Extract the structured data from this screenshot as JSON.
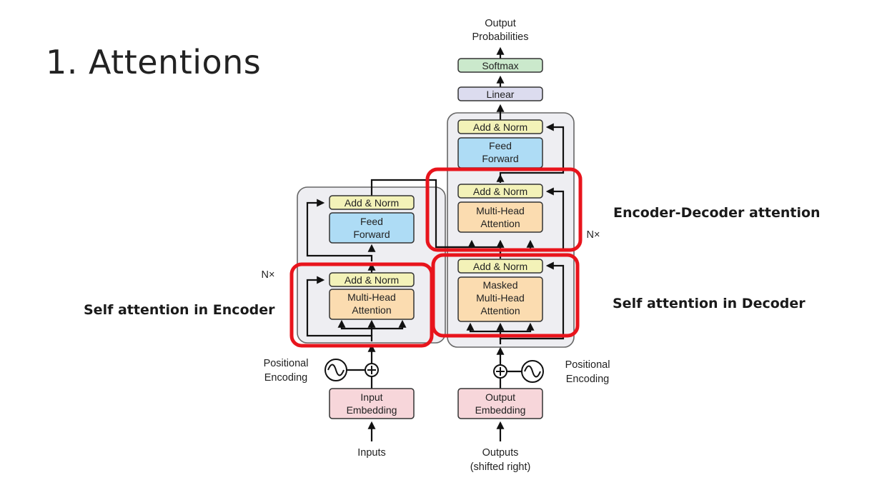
{
  "slide": {
    "title": "1. Attentions"
  },
  "callouts": {
    "self_attention_encoder": "Self attention in Encoder",
    "encoder_decoder_attention": "Encoder-Decoder attention",
    "self_attention_decoder": "Self attention in Decoder"
  },
  "diagram": {
    "output_label_line1": "Output",
    "output_label_line2": "Probabilities",
    "softmax": "Softmax",
    "linear": "Linear",
    "nx_encoder": "N×",
    "nx_decoder": "N×",
    "encoder": {
      "add_norm_top": "Add & Norm",
      "feed_forward_line1": "Feed",
      "feed_forward_line2": "Forward",
      "add_norm_bottom": "Add & Norm",
      "mha_line1": "Multi-Head",
      "mha_line2": "Attention",
      "positional_line1": "Positional",
      "positional_line2": "Encoding",
      "embedding_line1": "Input",
      "embedding_line2": "Embedding",
      "inputs": "Inputs"
    },
    "decoder": {
      "add_norm_top": "Add & Norm",
      "feed_forward_line1": "Feed",
      "feed_forward_line2": "Forward",
      "add_norm_middle": "Add & Norm",
      "mha_line1": "Multi-Head",
      "mha_line2": "Attention",
      "add_norm_bottom": "Add & Norm",
      "masked_line1": "Masked",
      "masked_line2": "Multi-Head",
      "masked_line3": "Attention",
      "positional_line1": "Positional",
      "positional_line2": "Encoding",
      "embedding_line1": "Output",
      "embedding_line2": "Embedding",
      "outputs_line1": "Outputs",
      "outputs_line2": "(shifted right)"
    },
    "colors": {
      "add_norm": "#f3f2b8",
      "feed_forward": "#aedcf5",
      "attention": "#fbdcb0",
      "embedding": "#f7d6da",
      "softmax": "#cbe9cc",
      "linear": "#dcdcef",
      "stack_bg": "#eeeef2",
      "highlight": "#e8141c"
    }
  }
}
